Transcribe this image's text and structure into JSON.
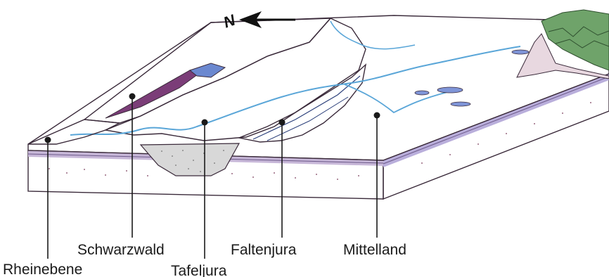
{
  "labels": {
    "rheinebene": "Rheinebene",
    "schwarzwald": "Schwarzwald",
    "tafeljura": "Tafeljura",
    "faltenjura": "Faltenjura",
    "mittelland": "Mittelland"
  },
  "north_arrow": {
    "letter": "N",
    "icon": "north-arrow-icon"
  },
  "colors": {
    "crystalline_basement": "#d96a9a",
    "plateau_surface": "#f6f0c8",
    "tafeljura": "#7f95d8",
    "faltenjura": "#4f74c8",
    "rivers": "#5aa6d8",
    "graben_fill": "#d8d8d8",
    "alps_green": "#6fa36a"
  }
}
